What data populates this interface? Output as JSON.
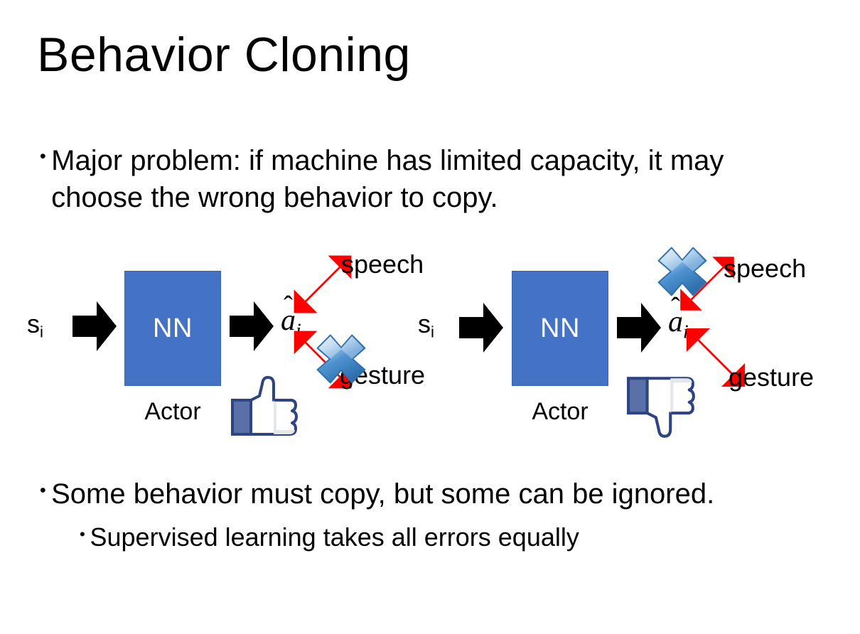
{
  "slide": {
    "title": "Behavior Cloning",
    "background_color": "#FFFFFF"
  },
  "bullets": {
    "top": {
      "marker": "•",
      "text": "Major problem: if machine has limited capacity, it may choose the wrong behavior to copy."
    },
    "bottom_level1": {
      "marker": "•",
      "text": "Some behavior must copy, but some can be ignored."
    },
    "bottom_level2": {
      "marker": "•",
      "text": "Supervised learning takes all errors equally"
    }
  },
  "colors": {
    "nn_box_fill": "#4472C4",
    "nn_box_border": "#3764B0",
    "arrow_black": "#000000",
    "arrow_red": "#FF0000",
    "x_blue_light": "#C9DFF5",
    "x_blue_mid": "#5B9BD5",
    "x_blue_dark": "#2E75B6",
    "thumb_blue": "#3B5998",
    "thumb_fill": "#FFFFFF",
    "thumb_shadow": "#E3E6EB",
    "text_black": "#000000"
  },
  "diagrams": [
    {
      "id": "left",
      "input_label": {
        "symbol": "s",
        "subscript": "i"
      },
      "nn_label": "NN",
      "actor_caption": "Actor",
      "output_label": {
        "symbol": "a",
        "subscript": "i",
        "accent": "hat"
      },
      "branches": [
        {
          "name": "speech",
          "label": "speech",
          "direction": "up-right",
          "crossed_out": false
        },
        {
          "name": "gesture",
          "label": "gesture",
          "direction": "down-right",
          "crossed_out": true
        }
      ],
      "feedback_icon": "thumbs-up",
      "feedback_meaning": "positive"
    },
    {
      "id": "right",
      "input_label": {
        "symbol": "s",
        "subscript": "i"
      },
      "nn_label": "NN",
      "actor_caption": "Actor",
      "output_label": {
        "symbol": "a",
        "subscript": "i",
        "accent": "hat"
      },
      "branches": [
        {
          "name": "speech",
          "label": "speech",
          "direction": "up-right",
          "crossed_out": true
        },
        {
          "name": "gesture",
          "label": "gesture",
          "direction": "down-right",
          "crossed_out": false
        }
      ],
      "feedback_icon": "thumbs-down",
      "feedback_meaning": "negative"
    }
  ]
}
